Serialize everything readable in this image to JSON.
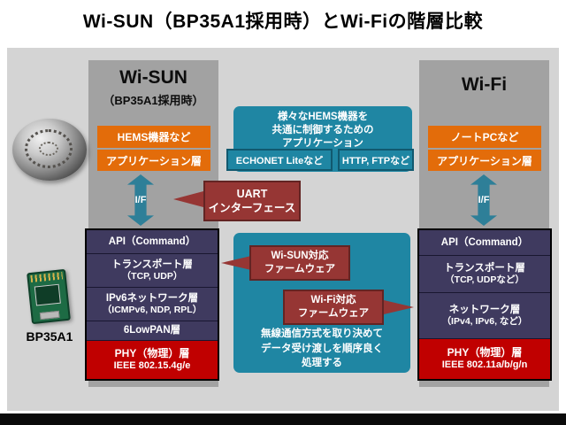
{
  "title": "Wi-SUN（BP35A1採用時）とWi-Fiの階層比較",
  "colors": {
    "orange": "#e36c0a",
    "teal": "#1f86a3",
    "arrow": "#2e7f98",
    "navy": "#3f3a5f",
    "red": "#c00000",
    "maroon": "#963634",
    "column": "#a2a2a2",
    "diagram": "#d4d4d4"
  },
  "wisun": {
    "title": "Wi-SUN",
    "subtitle": "（BP35A1採用時）",
    "device": "HEMS機器など",
    "app_layer": "アプリケーション層",
    "if_label": "I/F",
    "stack": [
      {
        "label": "API（Command）",
        "sub": ""
      },
      {
        "label": "トランスポート層",
        "sub": "（TCP, UDP）"
      },
      {
        "label": "IPv6ネットワーク層",
        "sub": "（ICMPv6, NDP, RPL）"
      },
      {
        "label": "6LowPAN層",
        "sub": ""
      }
    ],
    "phy": {
      "label": "PHY（物理）層",
      "sub": "IEEE 802.15.4g/e"
    },
    "module_label": "BP35A1"
  },
  "wifi": {
    "title": "Wi-Fi",
    "device": "ノートPCなど",
    "app_layer": "アプリケーション層",
    "if_label": "I/F",
    "stack": [
      {
        "label": "API（Command）",
        "sub": ""
      },
      {
        "label": "トランスポート層",
        "sub": "（TCP, UDPなど）"
      },
      {
        "label": "ネットワーク層",
        "sub": "（IPv4, IPv6, など）"
      }
    ],
    "phy": {
      "label": "PHY（物理）層",
      "sub": "IEEE 802.11a/b/g/n"
    }
  },
  "annotations": {
    "hems_app_note": "様々なHEMS機器を\n共通に制御するための\nアプリケーション",
    "echonet": "ECHONET Liteなど",
    "http": "HTTP, FTPなど",
    "uart": "UART\nインターフェース",
    "wisun_firmware": "Wi-SUN対応\nファームウェア",
    "wifi_firmware": "Wi-Fi対応\nファームウェア",
    "wireless_note": "無線通信方式を取り決めて\nデータ受け渡しを順序良く\n処理する"
  }
}
